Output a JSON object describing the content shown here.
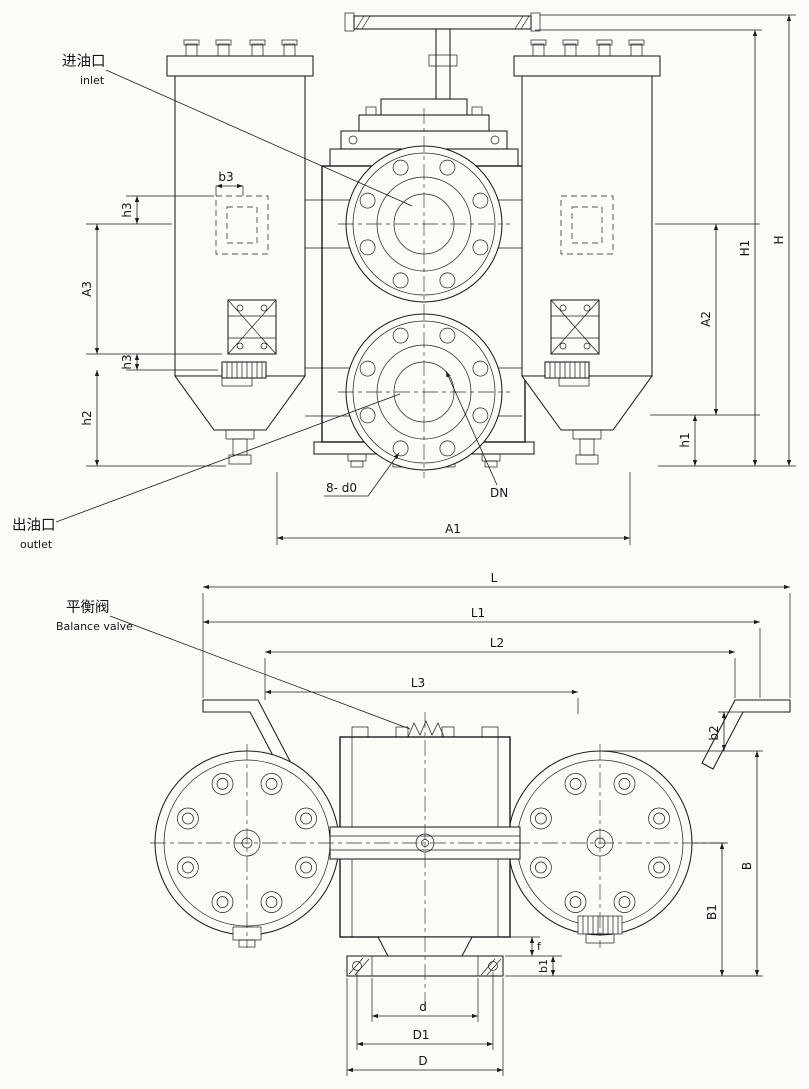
{
  "drawing": {
    "front_view": {
      "callouts": {
        "inlet_cn": "进油口",
        "inlet_en": "inlet",
        "outlet_cn": "出油口",
        "outlet_en": "outlet",
        "bolt_pattern": "8- d0",
        "nominal_diameter": "DN"
      },
      "dimensions": {
        "b3": "b3",
        "h3_upper": "h3",
        "A3": "A3",
        "h3_lower": "h3",
        "h2": "h2",
        "H1": "H1",
        "H": "H",
        "A2": "A2",
        "h1": "h1",
        "A1": "A1"
      }
    },
    "plan_view": {
      "callouts": {
        "balance_valve_cn": "平衡阀",
        "balance_valve_en": "Balance valve"
      },
      "dimensions": {
        "L": "L",
        "L1": "L1",
        "L2": "L2",
        "L3": "L3",
        "b2": "b2",
        "B": "B",
        "B1": "B1",
        "f": "f",
        "b1": "b1",
        "d": "d",
        "D1": "D1",
        "D": "D"
      }
    },
    "colors": {
      "line": "#1c1c1c",
      "background": "#fbfbf8"
    }
  }
}
